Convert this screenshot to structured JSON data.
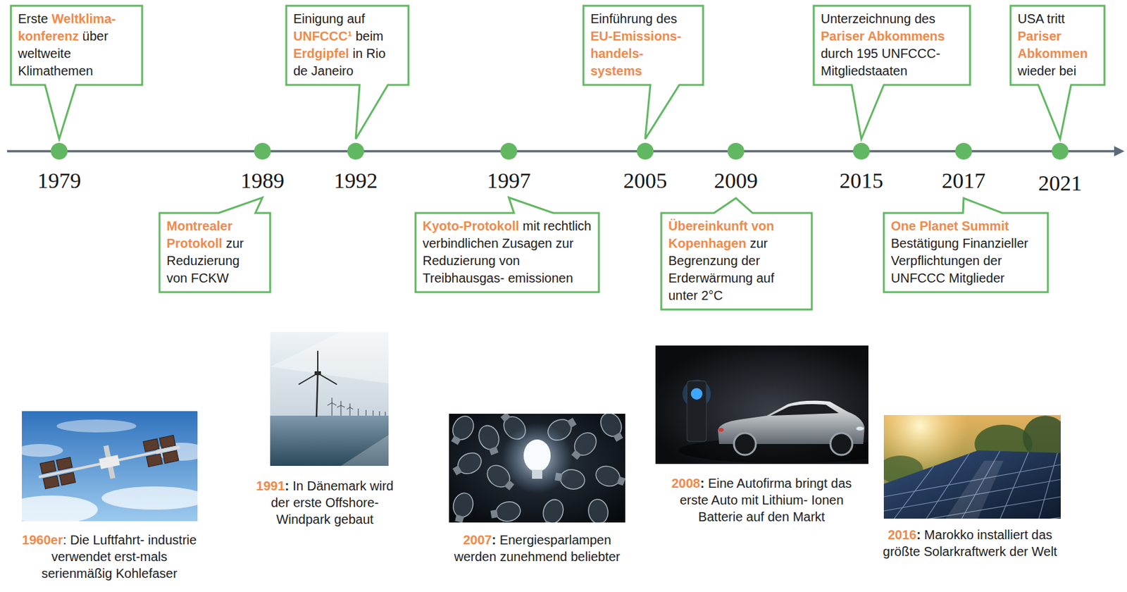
{
  "diagram": {
    "nodes": [
      {
        "text": [
          "Erste Weltklima- konferenz über weltweite Klimathemen"
        ]
      },
      {
        "text": [
          "Montrealer Protokoll zur Reduzierung von FCKW"
        ]
      },
      {
        "text": [
          "Einigung auf UNFCCC¹ beim Erdgipfel in Rio de Janeiro"
        ]
      },
      {
        "text": [
          "Kyoto-Protokoll mit rechtlich verbindlichen Zusagen zur Reduzierung von Treibhausgas- emissionen"
        ]
      },
      {
        "text": [
          "Einführung des EU-Emissions- handels- systems"
        ]
      },
      {
        "text": [
          "Übereinkunft von Kopenhagen zur Begrenzung der Erderwärmung auf unter 2°C"
        ]
      },
      {
        "text": [
          "Unterzeichnung des Pariser Abkommens durch 195 UNFCCC- Mitgliedstaaten"
        ]
      },
      {
        "text": [
          "One Planet Summit Bestätigung Finanzieller Verpflichtungen der UNFCCC Mitglieder"
        ]
      },
      {
        "text": [
          "USA tritt Pariser Abkommen wieder bei"
        ]
      }
    ],
    "labels": [
      "1979",
      "1989",
      "1992",
      "1997",
      "2005",
      "2009",
      "2015",
      "2017",
      "2021",
      "1960er: Die Luftfahrt- industrie verwendet erst-mals serienmäßig Kohlefaser",
      "1991: In Dänemark wird der erste Offshore- Windpark gebaut",
      "2007: Energiesparlampen werden zunehmend beliebter",
      "2008: Eine Autofirma bringt das erste Auto mit Lithium- Ionen Batterie auf den Markt",
      "2016: Marokko installiert das größte Solarkraftwerk der Welt"
    ]
  }
}
